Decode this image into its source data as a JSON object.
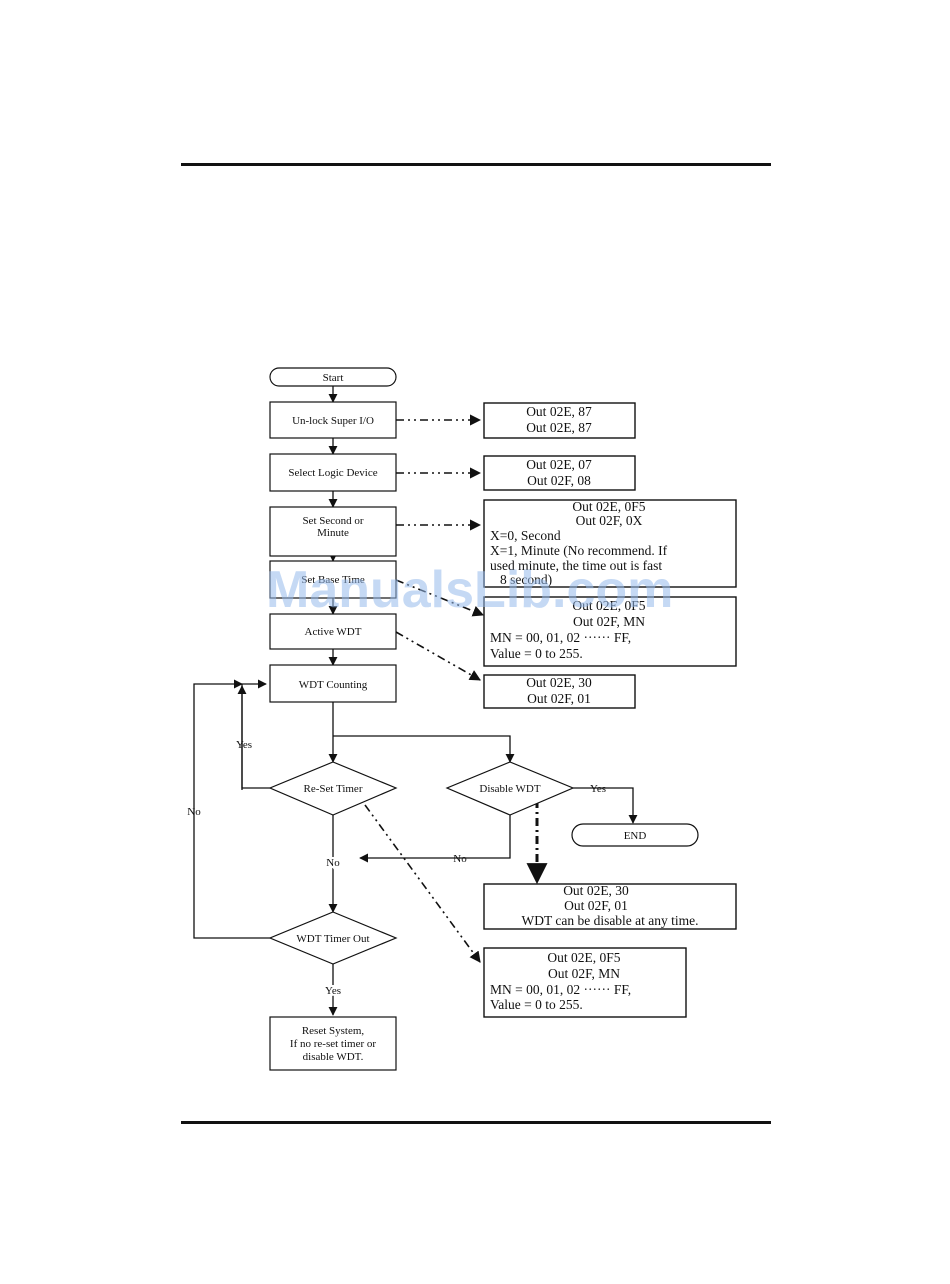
{
  "flowchart": {
    "start": "Start",
    "steps": {
      "unlock": "Un-lock Super I/O",
      "select_device": "Select Logic Device",
      "set_second_1": "Set Second or",
      "set_second_2": "Minute",
      "set_base_time": "Set Base Time",
      "active_wdt": "Active WDT",
      "wdt_counting": "WDT Counting",
      "reset_system_1": "Reset System,",
      "reset_system_2": "If no re-set timer or",
      "reset_system_3": "disable WDT.",
      "end": "END"
    },
    "decisions": {
      "reset_timer": "Re-Set Timer",
      "disable_wdt": "Disable WDT",
      "wdt_timer_out": "WDT Timer Out"
    },
    "edge_labels": {
      "yes_reset": "Yes",
      "no_loop": "No",
      "yes_disable": "Yes",
      "no_disable": "No",
      "no_junction": "No",
      "yes_timer_out": "Yes"
    },
    "notes": {
      "unlock": [
        "Out 02E, 87",
        "Out 02E, 87"
      ],
      "select_device": [
        "Out 02E, 07",
        "Out 02F, 08"
      ],
      "set_second": [
        "Out 02E, 0F5",
        "Out 02F, 0X",
        "X=0, Second",
        "X=1, Minute (No recommend. If",
        "used minute, the time out is fast",
        "8 second)"
      ],
      "base_time": [
        "Out 02E, 0F5",
        "Out 02F, MN",
        "MN = 00, 01, 02 ······ FF,",
        "Value = 0 to 255."
      ],
      "active_wdt": [
        "Out 02E, 30",
        "Out 02F, 01"
      ],
      "disable_wdt": [
        "Out 02E, 30",
        "Out 02F, 01",
        "WDT can be disable at any time."
      ],
      "reset_timer": [
        "Out 02E, 0F5",
        "Out 02F, MN",
        "MN = 00, 01, 02 ······ FF,",
        "Value = 0 to 255."
      ]
    }
  },
  "watermark": "ManualsLib.com"
}
